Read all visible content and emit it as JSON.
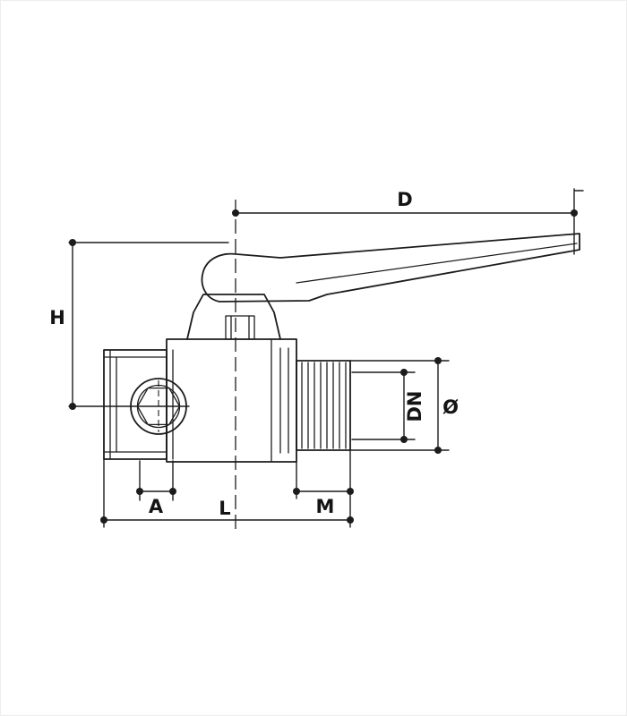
{
  "drawing": {
    "colors": {
      "line": "#1c1c1c",
      "background": "#ffffff"
    },
    "labels": {
      "D": "D",
      "H": "H",
      "A": "A",
      "L": "L",
      "M": "M",
      "DN": "DN",
      "diameter": "Ø"
    }
  }
}
